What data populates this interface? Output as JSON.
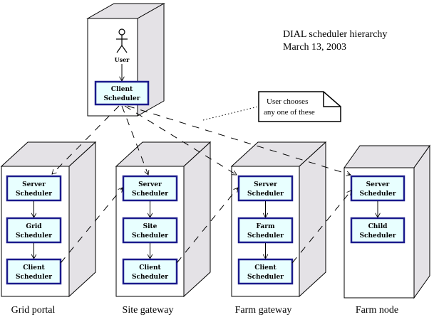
{
  "title": {
    "line1": "DIAL scheduler hierarchy",
    "line2": "March 13, 2003"
  },
  "note": {
    "line1": "User  chooses",
    "line2": "any one of these"
  },
  "user_node": {
    "actor_label": "User",
    "scheduler": [
      "Client",
      "Scheduler"
    ]
  },
  "nodes": [
    {
      "label": "Grid portal",
      "schedulers": [
        [
          "Server",
          "Scheduler"
        ],
        [
          "Grid",
          "Scheduler"
        ],
        [
          "Client",
          "Scheduler"
        ]
      ]
    },
    {
      "label": "Site gateway",
      "schedulers": [
        [
          "Server",
          "Scheduler"
        ],
        [
          "Site",
          "Scheduler"
        ],
        [
          "Client",
          "Scheduler"
        ]
      ]
    },
    {
      "label": "Farm gateway",
      "schedulers": [
        [
          "Server",
          "Scheduler"
        ],
        [
          "Farm",
          "Scheduler"
        ],
        [
          "Client",
          "Scheduler"
        ]
      ]
    },
    {
      "label": "Farm node",
      "schedulers": [
        [
          "Server",
          "Scheduler"
        ],
        [
          "Child",
          "Scheduler"
        ]
      ]
    }
  ],
  "colors": {
    "box_fill": "#e8ffff",
    "box_border": "#1a1a8c",
    "node_side": "#e4e2e6",
    "node_face": "#ffffff",
    "line": "#000000"
  }
}
